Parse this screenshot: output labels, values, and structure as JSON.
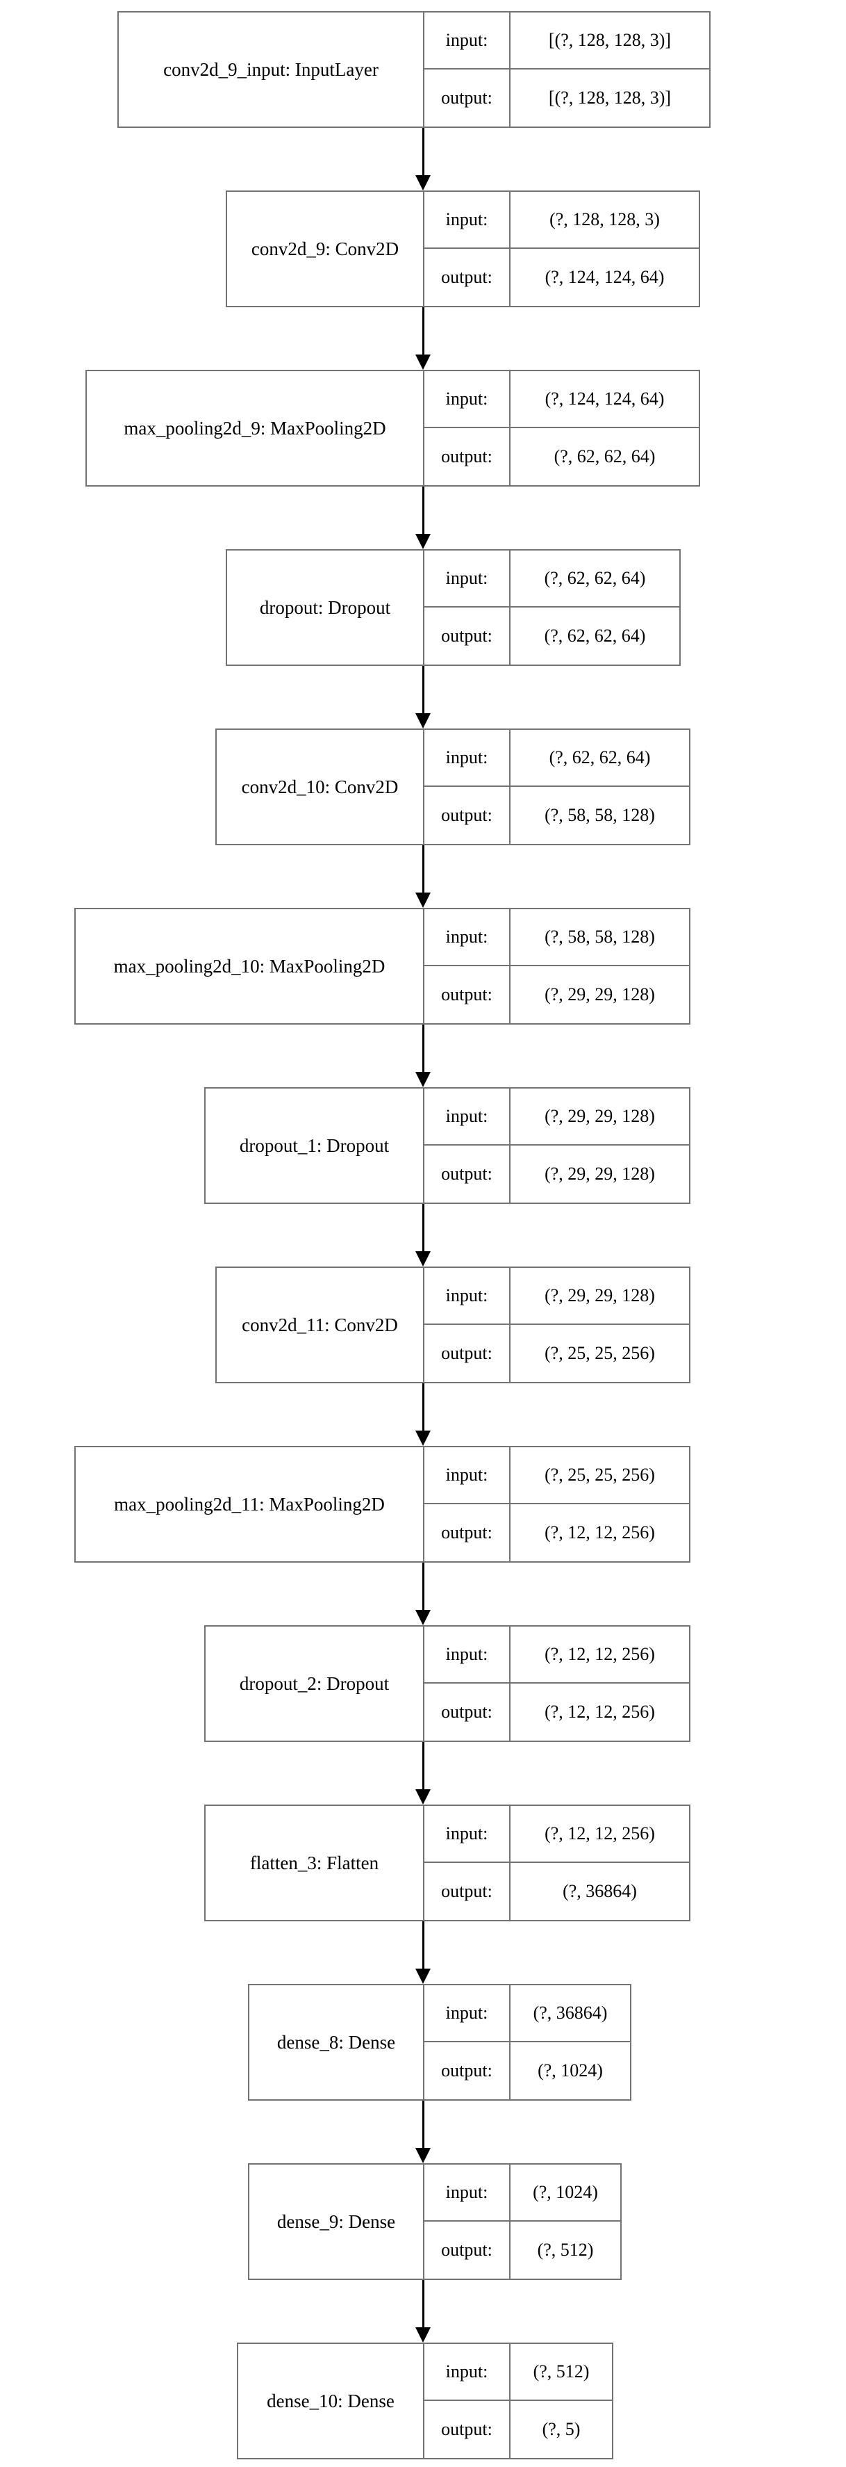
{
  "diagram": {
    "title": "Keras model architecture graph",
    "type": "neural-network-layer-graph",
    "orientation": "top-to-bottom",
    "node_shape": "record",
    "border_color": "#737373",
    "background_color": "#ffffff",
    "edge_color": "#000000",
    "io_labels": {
      "input": "input:",
      "output": "output:"
    },
    "nodes": [
      {
        "id": "conv2d_9_input",
        "name": "conv2d_9_input: InputLayer",
        "input_label": "input:",
        "input_shape": "[(?, 128, 128, 3)]",
        "output_label": "output:",
        "output_shape": "[(?, 128, 128, 3)]"
      },
      {
        "id": "conv2d_9",
        "name": "conv2d_9: Conv2D",
        "input_label": "input:",
        "input_shape": "(?, 128, 128, 3)",
        "output_label": "output:",
        "output_shape": "(?, 124, 124, 64)"
      },
      {
        "id": "max_pooling2d_9",
        "name": "max_pooling2d_9: MaxPooling2D",
        "input_label": "input:",
        "input_shape": "(?, 124, 124, 64)",
        "output_label": "output:",
        "output_shape": "(?, 62, 62, 64)"
      },
      {
        "id": "dropout",
        "name": "dropout: Dropout",
        "input_label": "input:",
        "input_shape": "(?, 62, 62, 64)",
        "output_label": "output:",
        "output_shape": "(?, 62, 62, 64)"
      },
      {
        "id": "conv2d_10",
        "name": "conv2d_10: Conv2D",
        "input_label": "input:",
        "input_shape": "(?, 62, 62, 64)",
        "output_label": "output:",
        "output_shape": "(?, 58, 58, 128)"
      },
      {
        "id": "max_pooling2d_10",
        "name": "max_pooling2d_10: MaxPooling2D",
        "input_label": "input:",
        "input_shape": "(?, 58, 58, 128)",
        "output_label": "output:",
        "output_shape": "(?, 29, 29, 128)"
      },
      {
        "id": "dropout_1",
        "name": "dropout_1: Dropout",
        "input_label": "input:",
        "input_shape": "(?, 29, 29, 128)",
        "output_label": "output:",
        "output_shape": "(?, 29, 29, 128)"
      },
      {
        "id": "conv2d_11",
        "name": "conv2d_11: Conv2D",
        "input_label": "input:",
        "input_shape": "(?, 29, 29, 128)",
        "output_label": "output:",
        "output_shape": "(?, 25, 25, 256)"
      },
      {
        "id": "max_pooling2d_11",
        "name": "max_pooling2d_11: MaxPooling2D",
        "input_label": "input:",
        "input_shape": "(?, 25, 25, 256)",
        "output_label": "output:",
        "output_shape": "(?, 12, 12, 256)"
      },
      {
        "id": "dropout_2",
        "name": "dropout_2: Dropout",
        "input_label": "input:",
        "input_shape": "(?, 12, 12, 256)",
        "output_label": "output:",
        "output_shape": "(?, 12, 12, 256)"
      },
      {
        "id": "flatten_3",
        "name": "flatten_3: Flatten",
        "input_label": "input:",
        "input_shape": "(?, 12, 12, 256)",
        "output_label": "output:",
        "output_shape": "(?, 36864)"
      },
      {
        "id": "dense_8",
        "name": "dense_8: Dense",
        "input_label": "input:",
        "input_shape": "(?, 36864)",
        "output_label": "output:",
        "output_shape": "(?, 1024)"
      },
      {
        "id": "dense_9",
        "name": "dense_9: Dense",
        "input_label": "input:",
        "input_shape": "(?, 1024)",
        "output_label": "output:",
        "output_shape": "(?, 512)"
      },
      {
        "id": "dense_10",
        "name": "dense_10: Dense",
        "input_label": "input:",
        "input_shape": "(?, 512)",
        "output_label": "output:",
        "output_shape": "(?, 5)"
      }
    ],
    "edges": [
      {
        "from": "conv2d_9_input",
        "to": "conv2d_9"
      },
      {
        "from": "conv2d_9",
        "to": "max_pooling2d_9"
      },
      {
        "from": "max_pooling2d_9",
        "to": "dropout"
      },
      {
        "from": "dropout",
        "to": "conv2d_10"
      },
      {
        "from": "conv2d_10",
        "to": "max_pooling2d_10"
      },
      {
        "from": "max_pooling2d_10",
        "to": "dropout_1"
      },
      {
        "from": "dropout_1",
        "to": "conv2d_11"
      },
      {
        "from": "conv2d_11",
        "to": "max_pooling2d_11"
      },
      {
        "from": "max_pooling2d_11",
        "to": "dropout_2"
      },
      {
        "from": "dropout_2",
        "to": "flatten_3"
      },
      {
        "from": "flatten_3",
        "to": "dense_8"
      },
      {
        "from": "dense_8",
        "to": "dense_9"
      },
      {
        "from": "dense_9",
        "to": "dense_10"
      }
    ]
  }
}
